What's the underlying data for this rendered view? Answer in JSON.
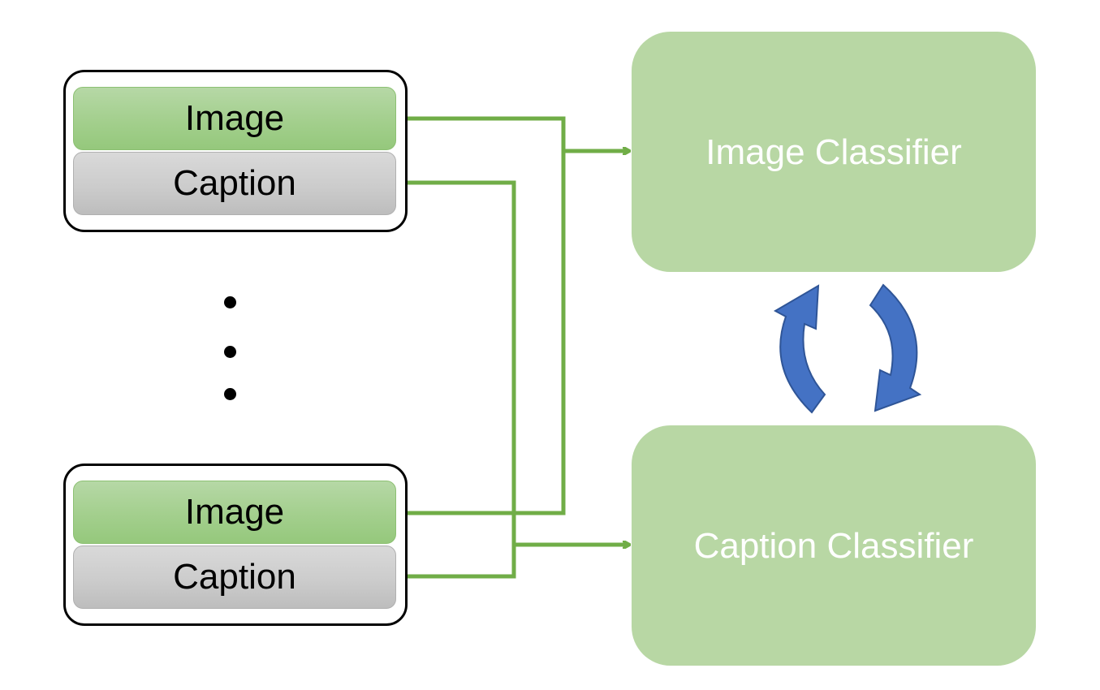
{
  "inputs": [
    {
      "image_label": "Image",
      "caption_label": "Caption"
    },
    {
      "image_label": "Image",
      "caption_label": "Caption"
    }
  ],
  "classifiers": {
    "image": "Image Classifier",
    "caption": "Caption Classifier"
  },
  "colors": {
    "image_cell": "#a3cf8d",
    "caption_cell": "#cccccc",
    "classifier_fill": "#b8d7a4",
    "connector": "#70ad47",
    "cycle_arrow": "#4472c4"
  }
}
